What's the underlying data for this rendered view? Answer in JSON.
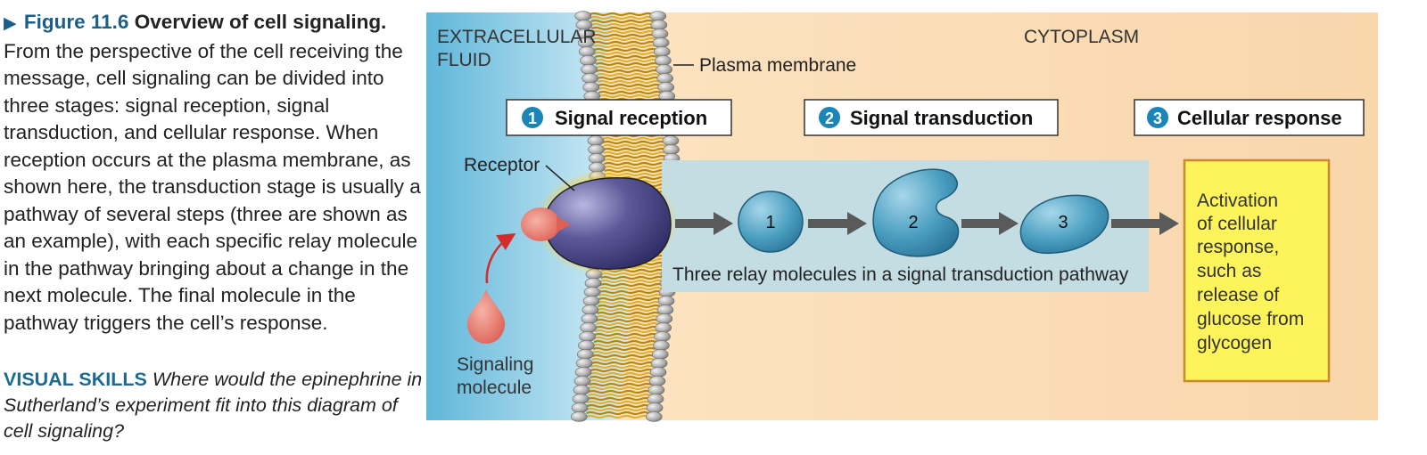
{
  "caption": {
    "arrow": "▶",
    "figure_label": "Figure 11.6",
    "figure_title": "Overview of cell signaling.",
    "body": "From the perspective of the cell receiving the message, cell signaling can be divided into three stages: signal reception, signal transduction, and cellular response. When reception occurs at the plasma membrane, as shown here, the transduction stage is usually a pathway of several steps (three are shown as an example), with each specific relay molecule in the pathway bringing about a change in the next molecule. The final molecule in the pathway triggers the cell’s response."
  },
  "visual_skills": {
    "label": "VISUAL SKILLS",
    "question": "Where would the epinephrine in Sutherland’s experiment fit into this diagram of cell signaling?"
  },
  "diagram": {
    "extracellular": [
      "EXTRACELLULAR",
      "FLUID"
    ],
    "cytoplasm": "CYTOPLASM",
    "membrane_label": "Plasma membrane",
    "stages": [
      {
        "number": "1",
        "label": "Signal reception"
      },
      {
        "number": "2",
        "label": "Signal transduction"
      },
      {
        "number": "3",
        "label": "Cellular response"
      }
    ],
    "receptor_label": "Receptor",
    "signaling_label": [
      "Signaling",
      "molecule"
    ],
    "relay": [
      "1",
      "2",
      "3"
    ],
    "pathway_caption": "Three relay molecules in a signal transduction pathway",
    "response_lines": [
      "Activation",
      "of cellular",
      "response,",
      "such as",
      "release of",
      "glucose from",
      "glycogen"
    ]
  },
  "colors": {
    "accent": "#1b5f86",
    "stage_circle": "#1b86b5",
    "cytoplasm": "#fbdcb5",
    "extracellular": "#7ec6e2",
    "relay_fill": "#4a9ec0",
    "response_box": "#fdf35a",
    "arrow": "#5a5a5a",
    "signal_arrow": "#d42b2b"
  }
}
